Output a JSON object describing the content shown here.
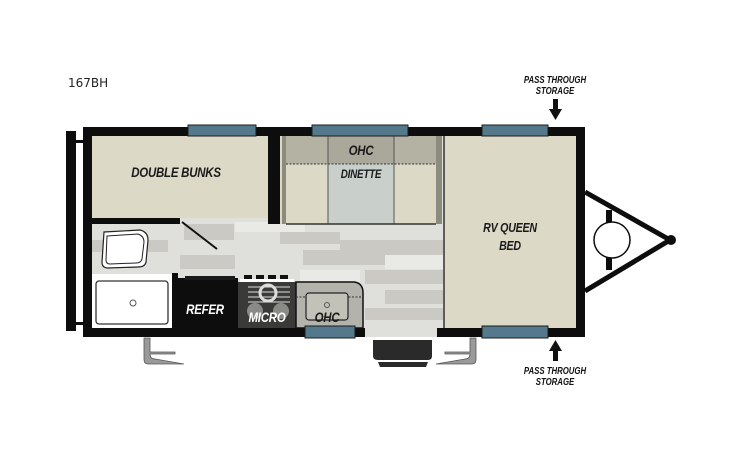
{
  "model": "167BH",
  "rooms": {
    "double_bunks": "DOUBLE BUNKS",
    "ohc_top": "OHC",
    "dinette": "DINETTE",
    "rv_queen_bed_line1": "RV QUEEN",
    "rv_queen_bed_line2": "BED",
    "refer": "REFER",
    "micro": "MICRO",
    "ohc_bottom": "OHC"
  },
  "callouts": {
    "top": {
      "line1": "PASS THROUGH",
      "line2": "STORAGE"
    },
    "bottom": {
      "line1": "PASS THROUGH",
      "line2": "STORAGE"
    }
  },
  "colors": {
    "wall": "#0d0d0d",
    "window": "#54788c",
    "bed": "#dcd9c7",
    "floor": "#dfe0dc",
    "dinette_table": "#c9d0cc",
    "ohc_shade": "#aaa99a"
  }
}
